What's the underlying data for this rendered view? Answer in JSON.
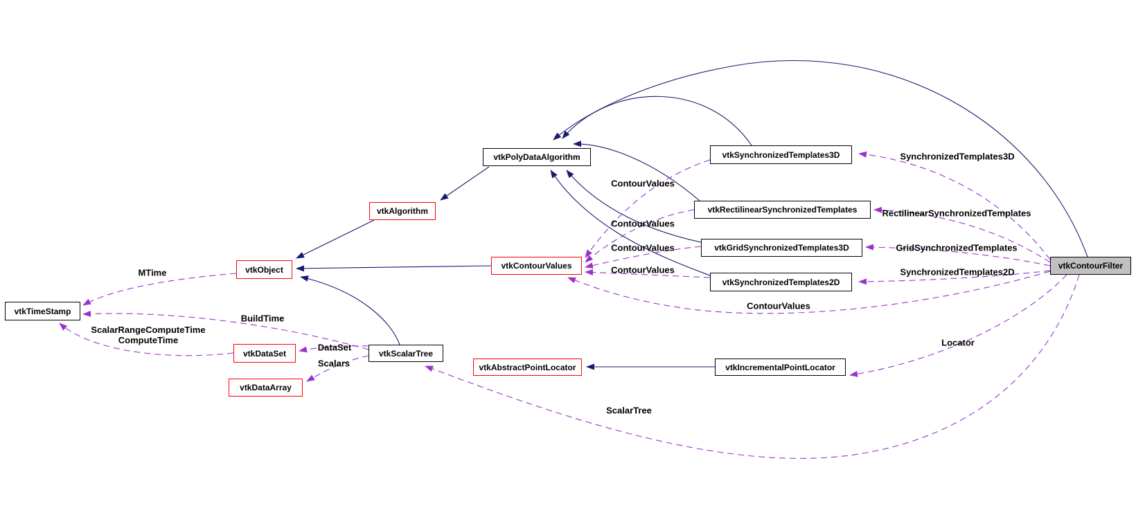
{
  "diagram": {
    "kind": "class-collaboration-graph",
    "focus_class": "vtkContourFilter",
    "colors": {
      "background": "#ffffff",
      "inheritance_edge": "#191970",
      "usage_edge": "#9a32cd",
      "node_border_default": "#000000",
      "node_border_truncated": "#ff0000",
      "node_fill_default": "#ffffff",
      "node_fill_focus": "#c0c0c0",
      "text": "#000000"
    },
    "nodes": [
      {
        "id": "vtkPolyDataAlgorithm",
        "label": "vtkPolyDataAlgorithm",
        "border": "black",
        "fill": "white"
      },
      {
        "id": "vtkAlgorithm",
        "label": "vtkAlgorithm",
        "border": "red",
        "fill": "white"
      },
      {
        "id": "vtkObject",
        "label": "vtkObject",
        "border": "red",
        "fill": "white"
      },
      {
        "id": "vtkTimeStamp",
        "label": "vtkTimeStamp",
        "border": "black",
        "fill": "white"
      },
      {
        "id": "vtkContourValues",
        "label": "vtkContourValues",
        "border": "red",
        "fill": "white"
      },
      {
        "id": "vtkSynchronizedTemplates3D",
        "label": "vtkSynchronizedTemplates3D",
        "border": "black",
        "fill": "white"
      },
      {
        "id": "vtkRectilinearSynchronizedTemplates",
        "label": "vtkRectilinearSynchronizedTemplates",
        "border": "black",
        "fill": "white"
      },
      {
        "id": "vtkGridSynchronizedTemplates3D",
        "label": "vtkGridSynchronizedTemplates3D",
        "border": "black",
        "fill": "white"
      },
      {
        "id": "vtkSynchronizedTemplates2D",
        "label": "vtkSynchronizedTemplates2D",
        "border": "black",
        "fill": "white"
      },
      {
        "id": "vtkContourFilter",
        "label": "vtkContourFilter",
        "border": "black",
        "fill": "gray"
      },
      {
        "id": "vtkDataSet",
        "label": "vtkDataSet",
        "border": "red",
        "fill": "white"
      },
      {
        "id": "vtkScalarTree",
        "label": "vtkScalarTree",
        "border": "black",
        "fill": "white"
      },
      {
        "id": "vtkDataArray",
        "label": "vtkDataArray",
        "border": "red",
        "fill": "white"
      },
      {
        "id": "vtkAbstractPointLocator",
        "label": "vtkAbstractPointLocator",
        "border": "red",
        "fill": "white"
      },
      {
        "id": "vtkIncrementalPointLocator",
        "label": "vtkIncrementalPointLocator",
        "border": "black",
        "fill": "white"
      }
    ],
    "edges": [
      {
        "from": "vtkPolyDataAlgorithm",
        "to": "vtkAlgorithm",
        "type": "inheritance",
        "label": ""
      },
      {
        "from": "vtkAlgorithm",
        "to": "vtkObject",
        "type": "inheritance",
        "label": ""
      },
      {
        "from": "vtkContourValues",
        "to": "vtkObject",
        "type": "inheritance",
        "label": ""
      },
      {
        "from": "vtkScalarTree",
        "to": "vtkObject",
        "type": "inheritance",
        "label": ""
      },
      {
        "from": "vtkIncrementalPointLocator",
        "to": "vtkAbstractPointLocator",
        "type": "inheritance",
        "label": ""
      },
      {
        "from": "vtkContourFilter",
        "to": "vtkPolyDataAlgorithm",
        "type": "inheritance",
        "label": ""
      },
      {
        "from": "vtkSynchronizedTemplates3D",
        "to": "vtkPolyDataAlgorithm",
        "type": "inheritance",
        "label": ""
      },
      {
        "from": "vtkRectilinearSynchronizedTemplates",
        "to": "vtkPolyDataAlgorithm",
        "type": "inheritance",
        "label": ""
      },
      {
        "from": "vtkGridSynchronizedTemplates3D",
        "to": "vtkPolyDataAlgorithm",
        "type": "inheritance",
        "label": ""
      },
      {
        "from": "vtkSynchronizedTemplates2D",
        "to": "vtkPolyDataAlgorithm",
        "type": "inheritance",
        "label": ""
      },
      {
        "from": "vtkContourFilter",
        "to": "vtkSynchronizedTemplates3D",
        "type": "usage",
        "label": "SynchronizedTemplates3D"
      },
      {
        "from": "vtkContourFilter",
        "to": "vtkRectilinearSynchronizedTemplates",
        "type": "usage",
        "label": "RectilinearSynchronizedTemplates"
      },
      {
        "from": "vtkContourFilter",
        "to": "vtkGridSynchronizedTemplates3D",
        "type": "usage",
        "label": "GridSynchronizedTemplates"
      },
      {
        "from": "vtkContourFilter",
        "to": "vtkSynchronizedTemplates2D",
        "type": "usage",
        "label": "SynchronizedTemplates2D"
      },
      {
        "from": "vtkSynchronizedTemplates3D",
        "to": "vtkContourValues",
        "type": "usage",
        "label": "ContourValues"
      },
      {
        "from": "vtkRectilinearSynchronizedTemplates",
        "to": "vtkContourValues",
        "type": "usage",
        "label": "ContourValues"
      },
      {
        "from": "vtkGridSynchronizedTemplates3D",
        "to": "vtkContourValues",
        "type": "usage",
        "label": "ContourValues"
      },
      {
        "from": "vtkSynchronizedTemplates2D",
        "to": "vtkContourValues",
        "type": "usage",
        "label": "ContourValues"
      },
      {
        "from": "vtkContourFilter",
        "to": "vtkContourValues",
        "type": "usage",
        "label": "ContourValues"
      },
      {
        "from": "vtkObject",
        "to": "vtkTimeStamp",
        "type": "usage",
        "label": "MTime"
      },
      {
        "from": "vtkScalarTree",
        "to": "vtkTimeStamp",
        "type": "usage",
        "label": "BuildTime"
      },
      {
        "from": "vtkDataSet",
        "to": "vtkTimeStamp",
        "type": "usage",
        "label": "ScalarRangeComputeTime\nComputeTime"
      },
      {
        "from": "vtkScalarTree",
        "to": "vtkDataSet",
        "type": "usage",
        "label": "DataSet"
      },
      {
        "from": "vtkScalarTree",
        "to": "vtkDataArray",
        "type": "usage",
        "label": "Scalars"
      },
      {
        "from": "vtkContourFilter",
        "to": "vtkIncrementalPointLocator",
        "type": "usage",
        "label": "Locator"
      },
      {
        "from": "vtkContourFilter",
        "to": "vtkScalarTree",
        "type": "usage",
        "label": "ScalarTree"
      }
    ]
  }
}
